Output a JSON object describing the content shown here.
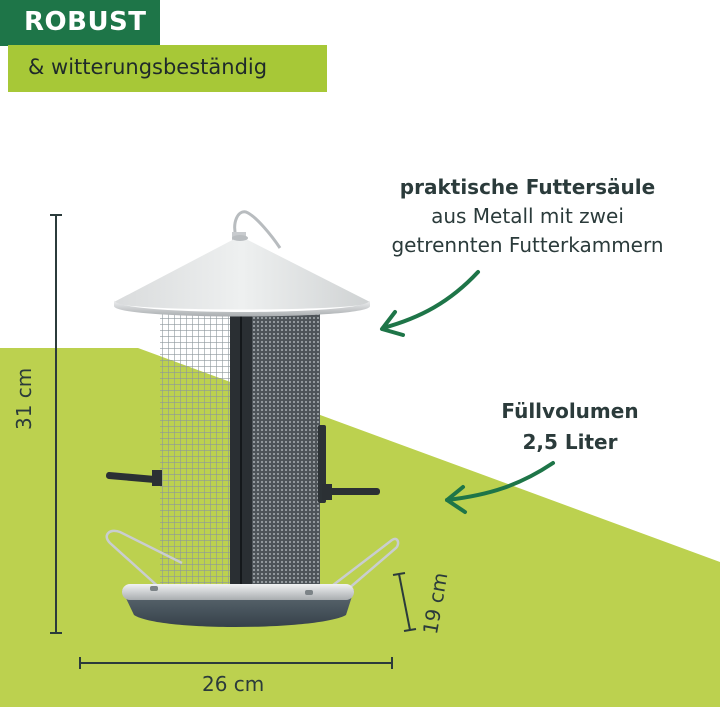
{
  "header": {
    "title": "ROBUST",
    "subtitle": "& witterungsbeständig"
  },
  "annotations": {
    "feature1": {
      "bold": "praktische Futtersäule",
      "line2": "aus Metall mit zwei",
      "line3": "getrennten Futterkammern"
    },
    "feature2": {
      "line1": "Füllvolumen",
      "line2": "2,5 Liter"
    }
  },
  "dimensions": {
    "height": "31 cm",
    "width": "26 cm",
    "tray_height": "19 cm"
  },
  "colors": {
    "dark_green": "#1e7548",
    "light_green": "#a7c837",
    "band_green": "#bcd14f",
    "arrow_green": "#1e7548",
    "text_dark": "#2b3b3b"
  },
  "product": {
    "name": "bird feeder",
    "material": "metal"
  }
}
